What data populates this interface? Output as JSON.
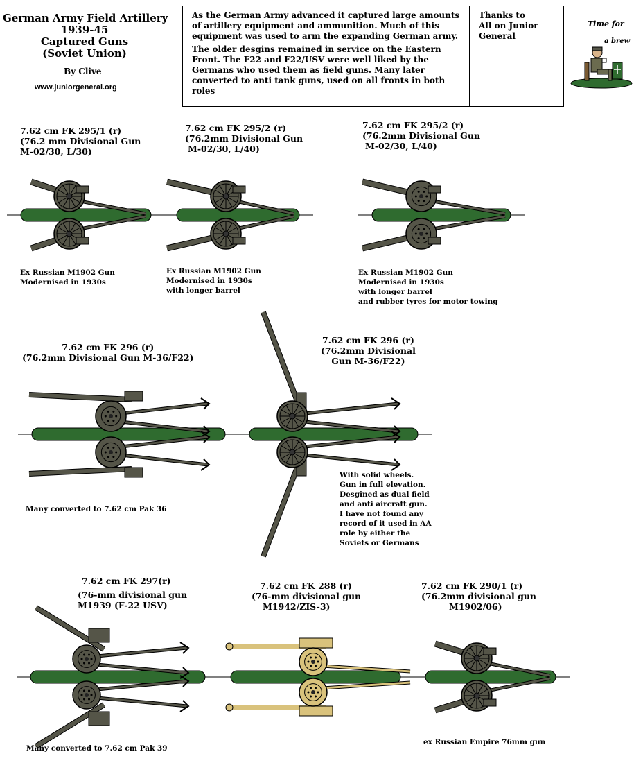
{
  "header": {
    "title_lines": [
      "German Army Field Artillery",
      "1939-45",
      "Captured Guns",
      "(Soviet Union)"
    ],
    "author": "By Clive",
    "website": "www.juniorgeneral.org"
  },
  "intro": {
    "paragraph1": "As the German Army advanced it captured large amounts of artillery equipment and ammunition. Much of this equipment was used to arm the expanding German army.",
    "paragraph2": "The older desgins remained in service on the Eastern Front. The F22 and F22/USV were well liked by the Germans who used them as field guns. Many later converted to anti tank guns, used on all fronts in both roles"
  },
  "thanks": {
    "lines": [
      "Thanks to",
      "All on Junior",
      "General"
    ]
  },
  "mascot": {
    "caption_top": "Time for",
    "caption_bottom": "a brew"
  },
  "guns": [
    {
      "title": [
        "7.62 cm FK 295/1 (r)",
        "(76.2 mm Divisional Gun",
        "M-02/30, L/30)"
      ],
      "note": [
        "Ex Russian M1902 Gun",
        "Modernised in 1930s"
      ]
    },
    {
      "title": [
        "7.62 cm FK 295/2 (r)",
        "(76.2mm Divisional Gun",
        "M-02/30, L/40)"
      ],
      "note": [
        "Ex Russian M1902 Gun",
        "Modernised in 1930s",
        "with longer barrel"
      ]
    },
    {
      "title": [
        "7.62 cm FK 295/2 (r)",
        "(76.2mm Divisional Gun",
        "M-02/30, L/40)"
      ],
      "note": [
        "Ex Russian M1902 Gun",
        "Modernised in 1930s",
        "with longer barrel",
        "and rubber tyres for motor towing"
      ]
    },
    {
      "title": [
        "7.62 cm FK 296 (r)",
        "(76.2mm Divisional Gun M-36/F22)"
      ],
      "note": [
        "Many converted to 7.62 cm Pak 36"
      ]
    },
    {
      "title": [
        "7.62 cm FK 296 (r)",
        "(76.2mm Divisional",
        "Gun M-36/F22)"
      ],
      "note": [
        "With solid wheels.",
        "Gun in full elevation.",
        "Desgined as dual field",
        "and anti aircraft gun.",
        "I have not found any",
        "record of it used in AA",
        "role by either the",
        "Soviets or Germans"
      ]
    },
    {
      "title": [
        "7.62 cm FK 297(r)",
        "(76-mm divisional gun",
        "M1939 (F-22 USV)"
      ],
      "note": [
        "Many converted to 7.62 cm Pak 39"
      ]
    },
    {
      "title": [
        "7.62 cm FK 288 (r)",
        "(76-mm divisional gun",
        "M1942/ZIS-3)"
      ],
      "note": []
    },
    {
      "title": [
        "7.62 cm FK 290/1 (r)",
        "(76.2mm divisional gun",
        "M1902/06)"
      ],
      "note": [
        "ex Russian Empire 76mm gun"
      ]
    }
  ],
  "colors": {
    "base_green": "#2f6b2f",
    "gun_grey": "#555548",
    "gun_tan": "#d9c27c",
    "outline": "#000000"
  }
}
